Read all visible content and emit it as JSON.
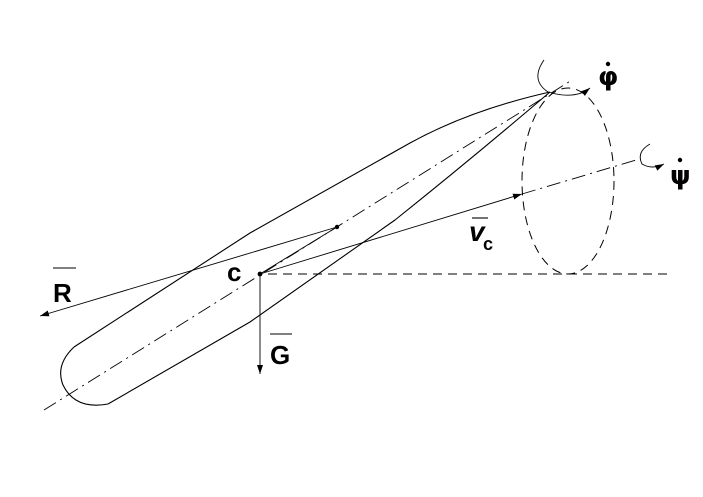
{
  "labels": {
    "force_R": "R",
    "center_c": "c",
    "weight_G": "G",
    "velocity_v": "v",
    "velocity_sub": "c",
    "spin_phi": "φ",
    "precession_psi": "ψ"
  },
  "colors": {
    "ink": "#000000",
    "background": "#ffffff"
  }
}
